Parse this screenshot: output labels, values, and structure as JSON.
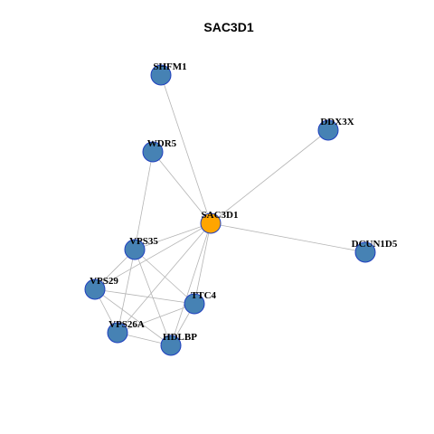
{
  "title": "SAC3D1",
  "colors": {
    "node_fill": "#4682b4",
    "node_stroke": "#1f3fbf",
    "center_fill": "#ffa500",
    "center_stroke": "#1f3fbf",
    "edge": "#b4b4b4"
  },
  "nodes": [
    {
      "id": "SAC3D1",
      "label": "SAC3D1",
      "center": true
    },
    {
      "id": "SHFM1",
      "label": "SHFM1"
    },
    {
      "id": "DDX3X",
      "label": "DDX3X"
    },
    {
      "id": "WDR5",
      "label": "WDR5"
    },
    {
      "id": "DCUN1D5",
      "label": "DCUN1D5"
    },
    {
      "id": "VPS35",
      "label": "VPS35"
    },
    {
      "id": "VPS29",
      "label": "VPS29"
    },
    {
      "id": "TTC4",
      "label": "TTC4"
    },
    {
      "id": "VPS26A",
      "label": "VPS26A"
    },
    {
      "id": "HDLBP",
      "label": "HDLBP"
    }
  ],
  "edges": [
    [
      "SAC3D1",
      "SHFM1"
    ],
    [
      "SAC3D1",
      "DDX3X"
    ],
    [
      "SAC3D1",
      "WDR5"
    ],
    [
      "SAC3D1",
      "DCUN1D5"
    ],
    [
      "SAC3D1",
      "VPS35"
    ],
    [
      "SAC3D1",
      "VPS29"
    ],
    [
      "SAC3D1",
      "TTC4"
    ],
    [
      "SAC3D1",
      "VPS26A"
    ],
    [
      "SAC3D1",
      "HDLBP"
    ],
    [
      "WDR5",
      "VPS35"
    ],
    [
      "VPS35",
      "VPS29"
    ],
    [
      "VPS35",
      "TTC4"
    ],
    [
      "VPS35",
      "VPS26A"
    ],
    [
      "VPS35",
      "HDLBP"
    ],
    [
      "VPS29",
      "TTC4"
    ],
    [
      "VPS29",
      "VPS26A"
    ],
    [
      "VPS29",
      "HDLBP"
    ],
    [
      "TTC4",
      "VPS26A"
    ],
    [
      "TTC4",
      "HDLBP"
    ],
    [
      "VPS26A",
      "HDLBP"
    ]
  ]
}
